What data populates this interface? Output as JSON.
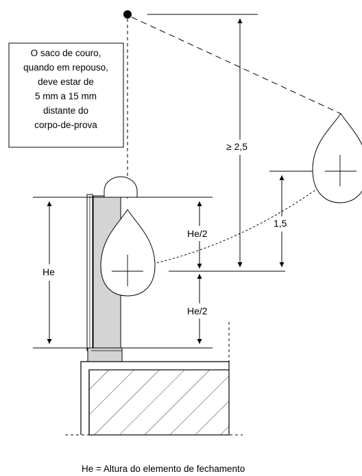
{
  "note": {
    "lines": [
      "O saco de couro,",
      "quando em repouso,",
      "deve estar de",
      "5 mm a 15 mm",
      "distante do",
      "corpo-de-prova"
    ]
  },
  "labels": {
    "min_height": "≥ 2,5",
    "drop_height": "1,5",
    "height": "He",
    "half_top": "He/2",
    "half_bottom": "He/2"
  },
  "caption": "He = Altura do elemento de fechamento"
}
